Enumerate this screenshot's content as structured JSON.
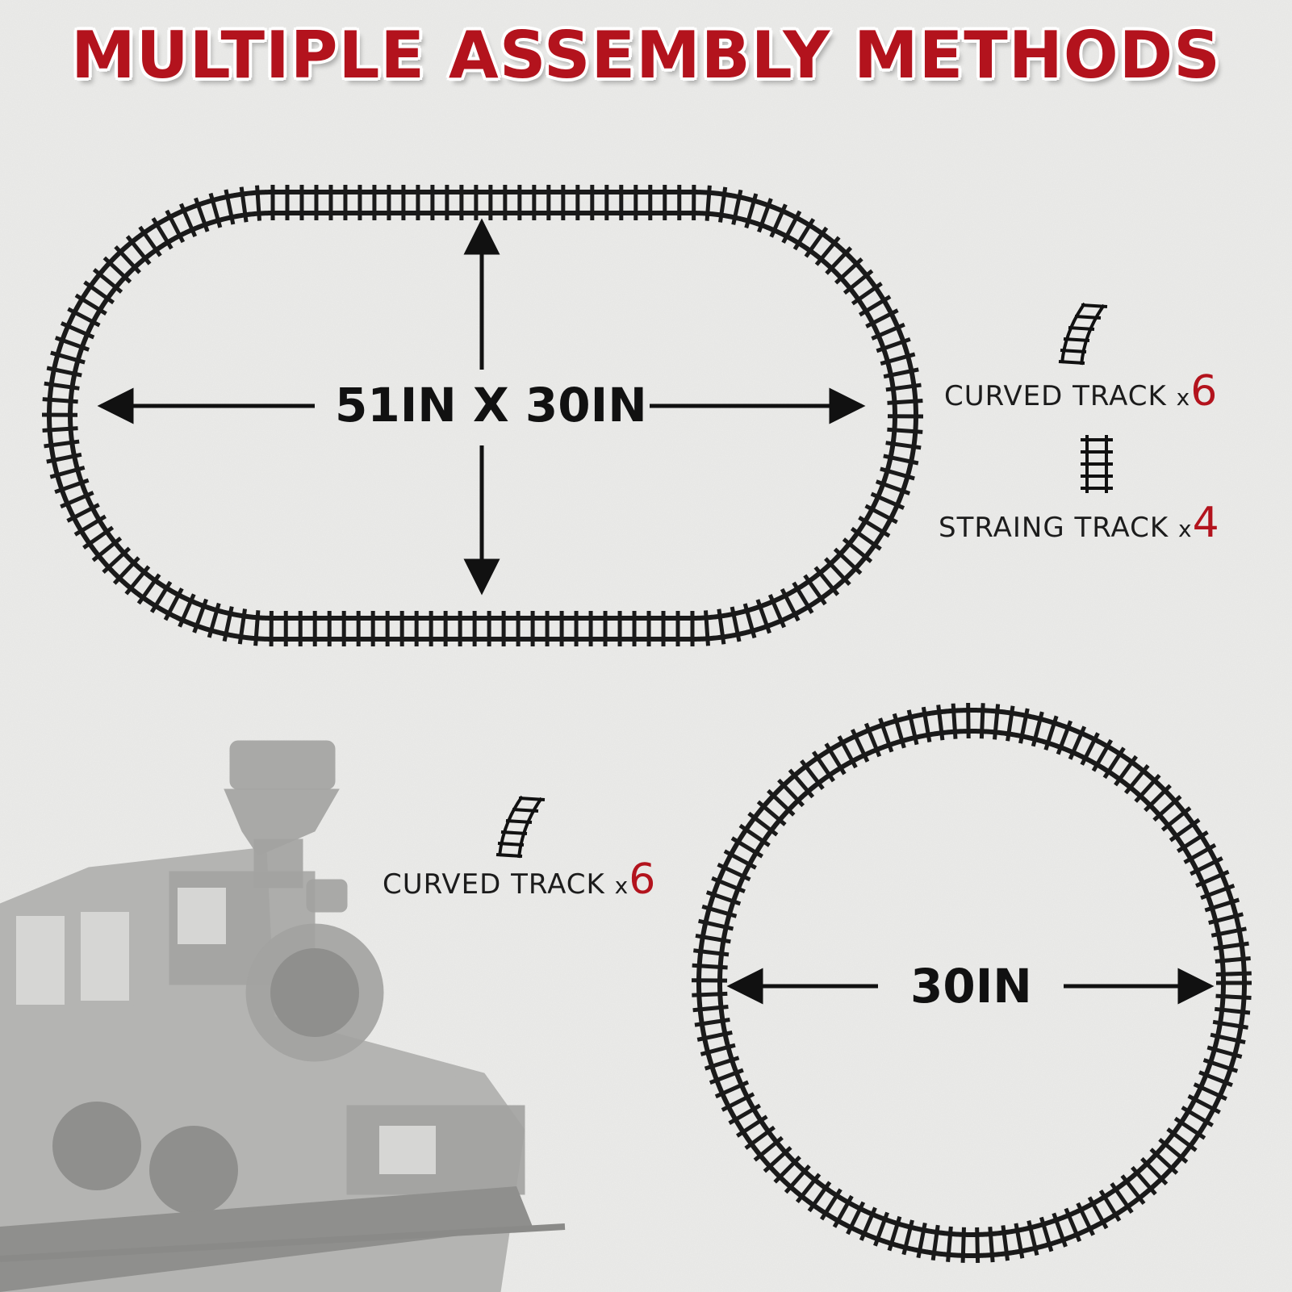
{
  "title": "MULTIPLE ASSEMBLY METHODS",
  "oval": {
    "dimension": "51IN X 30IN",
    "curved": {
      "label": "CURVED TRACK",
      "x": "x",
      "count": "6"
    },
    "straight": {
      "label": "STRAING TRACK",
      "x": "x",
      "count": "4"
    }
  },
  "circle": {
    "dimension": "30IN",
    "curved": {
      "label": "CURVED TRACK",
      "x": "x",
      "count": "6"
    }
  },
  "colors": {
    "title": "#b3131d",
    "count": "#b3131d",
    "track": "#1a1a1a",
    "background": "#ececea",
    "silhouette": "#9b9b99"
  },
  "icons": [
    "curved-track-icon",
    "straight-track-icon",
    "locomotive-silhouette"
  ]
}
